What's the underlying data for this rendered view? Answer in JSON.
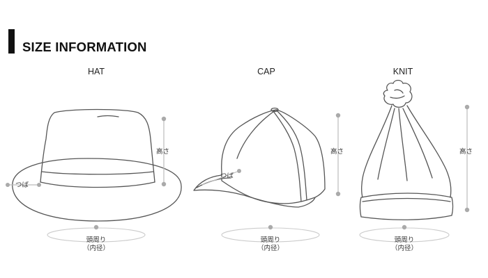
{
  "heading": "SIZE INFORMATION",
  "items": [
    {
      "label": "HAT",
      "height_label": "高さ",
      "brim_label": "つば",
      "circ_label": "頭周り",
      "circ_sub": "（内径）"
    },
    {
      "label": "CAP",
      "height_label": "高さ",
      "brim_label": "つば",
      "circ_label": "頭周り",
      "circ_sub": "（内径）"
    },
    {
      "label": "KNIT",
      "height_label": "高さ",
      "circ_label": "頭周り",
      "circ_sub": "（内径）"
    }
  ],
  "colors": {
    "line": "#555555",
    "guide": "#bbbbbb",
    "dot": "#aaaaaa"
  }
}
